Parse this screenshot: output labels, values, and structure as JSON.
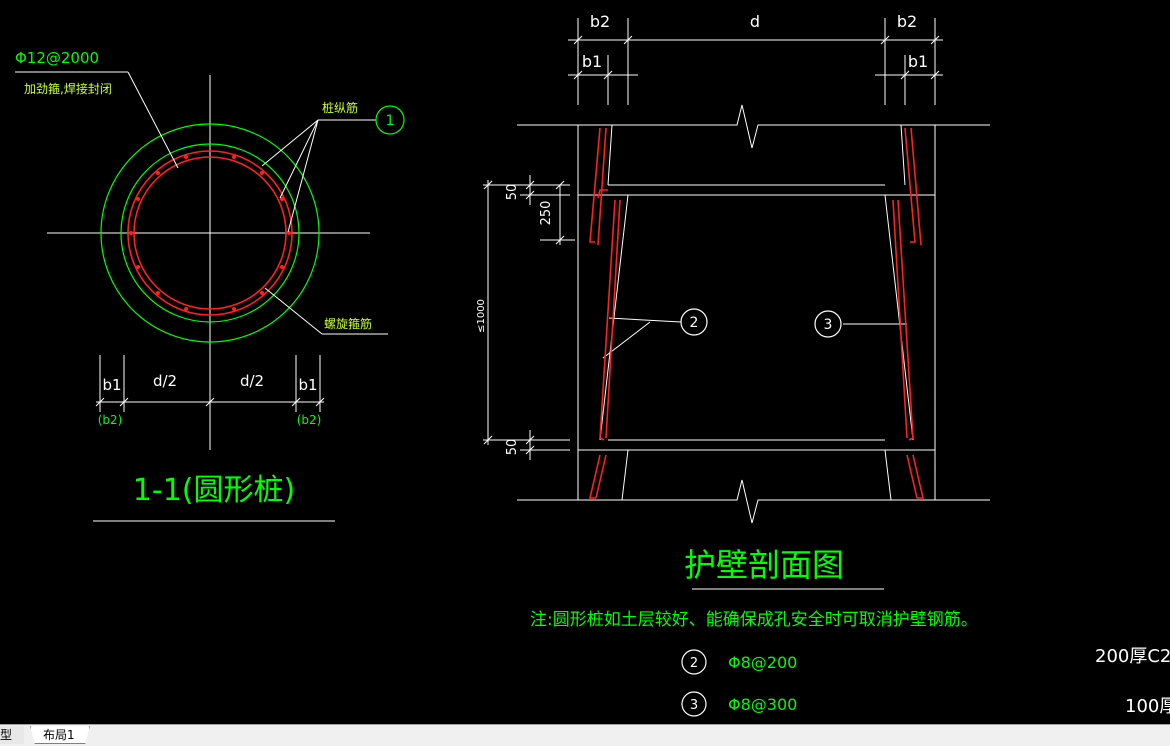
{
  "left_section": {
    "rebar_spec": "Φ12@2000",
    "stiffener_note": "加劲箍,焊接封闭",
    "longitudinal_label": "桩纵筋",
    "spiral_label": "螺旋箍筋",
    "callout_1": "1",
    "dim_b1": "b1",
    "dim_half_d": "d/2",
    "dim_b2_paren": "(b2)",
    "title": "1-1(圆形桩)"
  },
  "right_section": {
    "dim_b2": "b2",
    "dim_d": "d",
    "dim_b1": "b1",
    "dim_50": "50",
    "dim_250": "250",
    "dim_1000": "≤1000",
    "callout_2": "2",
    "callout_3": "3",
    "title": "护壁剖面图",
    "note": "注:圆形桩如土层较好、能确保成孔安全时可取消护壁钢筋。",
    "legend": [
      {
        "num": "2",
        "spec": "Φ8@200"
      },
      {
        "num": "3",
        "spec": "Φ8@300"
      }
    ],
    "edge_text_1": "200厚C2",
    "edge_text_2": "100厚"
  },
  "tabs": {
    "model": "型",
    "layout1": "布局1"
  },
  "colors": {
    "background": "#000000",
    "cad_white": "#ffffff",
    "cad_green": "#00ff00",
    "cad_red": "#ff2020",
    "text_yellow_green": "#c8ff32"
  }
}
